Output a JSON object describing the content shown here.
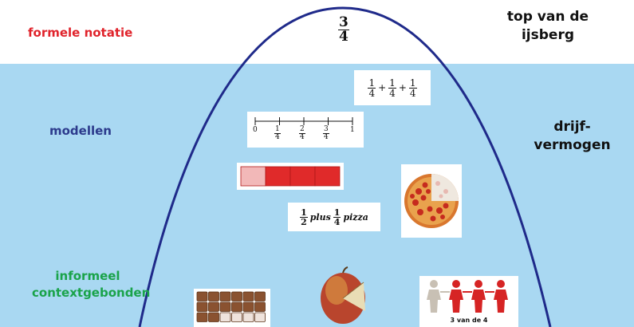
{
  "labels": {
    "formal": "formele notatie",
    "models": "modellen",
    "informal_line1": "informeel",
    "informal_line2": "contextgebonden",
    "tip_line1": "top van de",
    "tip_line2": "ijsberg",
    "buoyancy_line1": "drijf-",
    "buoyancy_line2": "vermogen"
  },
  "top_fraction": {
    "numerator": "3",
    "denominator": "4"
  },
  "sum_expression": {
    "term": {
      "numerator": "1",
      "denominator": "4"
    },
    "operator": "+"
  },
  "number_line": {
    "start": "0",
    "end": "1",
    "marks": [
      {
        "numerator": "1",
        "denominator": "4"
      },
      {
        "numerator": "2",
        "denominator": "4"
      },
      {
        "numerator": "3",
        "denominator": "4"
      }
    ]
  },
  "bar_model": {
    "total_parts": 4,
    "shaded_parts": 3
  },
  "pizza_expression": {
    "a": {
      "numerator": "1",
      "denominator": "2"
    },
    "word_plus": "plus",
    "b": {
      "numerator": "1",
      "denominator": "4"
    },
    "word_pizza": "pizza"
  },
  "pizza_image": {
    "eaten_fraction": 0.25
  },
  "chocolate_bar": {
    "columns": 6,
    "rows": 3,
    "eaten_pieces": 4
  },
  "people_card": {
    "caption": "3 van de 4",
    "total": 4,
    "highlighted": 3
  },
  "colors": {
    "water": "#a9d8f2",
    "iceberg_outline": "#1f2a8a",
    "formal_label": "#e0232b",
    "models_label": "#2c3a8c",
    "informal_label": "#1aa34a",
    "bar_filled": "#e02a2a",
    "bar_empty": "#f2b8b8"
  }
}
